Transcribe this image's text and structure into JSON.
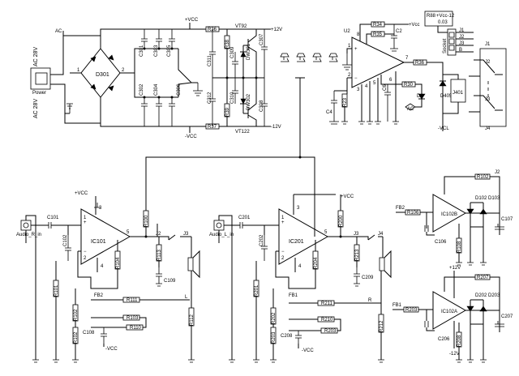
{
  "power": {
    "ac_top": "AC 28V",
    "ac_bottom": "AC 28V",
    "ac": "AC",
    "power": "Power",
    "bridge": "D301",
    "pin1": "1",
    "pin2": "2",
    "caps": [
      "C301",
      "C302",
      "C303",
      "C304",
      "C305",
      "C306",
      "C311",
      "C312",
      "C309",
      "C310",
      "C307",
      "C308"
    ],
    "r_top": "R36",
    "r_bot": "R37",
    "vcc_top": "+VCC",
    "vcc_bot": "-VCC",
    "plus12": "+12V",
    "minus12": "-12V",
    "q_top": "VT92",
    "q_bot": "VT122",
    "d_top": "DW301",
    "d_bot": "DW302",
    "r_z1": "R38",
    "r_z2": "R39"
  },
  "protect": {
    "u2": "U2",
    "r_a": "R34",
    "r_b": "R35",
    "c2": "C2",
    "vcc": "+Vcc",
    "r_out": "R36",
    "r_fb": "R30",
    "ac": "AC",
    "cap_a": "C4",
    "cap_b": "C6",
    "d_a": "D6",
    "d_b": "D405",
    "relay": "J401",
    "vcl": "-VCL",
    "res_v": "R23",
    "hdr_a": "R88",
    "hdr_b": "+Vcc-12",
    "hdr_c": "0.03",
    "socket": "Socket",
    "pins": [
      "J1",
      "J2",
      "J3",
      "B"
    ],
    "sw_a": "J1",
    "sw_b": "J2",
    "sw_c": "J3",
    "sw_d": "J4",
    "pin_nums": [
      "1",
      "2",
      "3",
      "4",
      "5",
      "6",
      "7",
      "8"
    ]
  },
  "ch_r": {
    "input": "Audio_R_in",
    "cin": "C101",
    "ic": "IC101",
    "vcc": "+VCC",
    "minus_vcc": "-VCC",
    "c102": "C102",
    "r_in": "R101",
    "r_fb": "R100",
    "r_a": "R104",
    "r_b": "R102",
    "r_c": "R103",
    "r_d": "R111",
    "r_e": "R102",
    "r_f": "R110",
    "r_out": "R112",
    "c_out": "C109",
    "c_fb": "C108",
    "fb": "FB2",
    "j2": "J2",
    "j3": "J3",
    "pins": [
      "1",
      "2",
      "3",
      "4",
      "5"
    ],
    "r_k": "R113",
    "l": "L"
  },
  "ch_l": {
    "input": "Audio_L_in",
    "cin": "C201",
    "ic": "IC201",
    "vcc": "+VCC",
    "minus_vcc": "-VCC",
    "c202": "C202",
    "r_in": "R201",
    "r_fb": "R200",
    "r_a": "R204",
    "r_b": "R202",
    "r_c": "R203",
    "r_d": "R211",
    "r_e": "R203",
    "r_f": "R210",
    "r_out": "R212",
    "c_out": "C209",
    "c_fb": "C208",
    "fb": "FB1",
    "j2": "J3",
    "j3": "J4",
    "pins": [
      "1",
      "2",
      "3",
      "4",
      "5"
    ],
    "r_k": "R213",
    "l": "R"
  },
  "filters": {
    "a": {
      "fb": "FB2",
      "r_in": "R106",
      "r_top": "R102",
      "ic": "IC102B",
      "d1": "D102",
      "d2": "D103",
      "c_in": "C106",
      "c_out": "C107",
      "r_bot": "R108",
      "j": "J2"
    },
    "b": {
      "fb": "FB1",
      "r_in": "R203",
      "r_top": "R207",
      "ic": "IC102A",
      "d1": "D202",
      "d2": "D203",
      "c_in": "C206",
      "c_out": "C207",
      "r_bot": "R208",
      "plus": "+12V",
      "minus": "-12V"
    }
  }
}
